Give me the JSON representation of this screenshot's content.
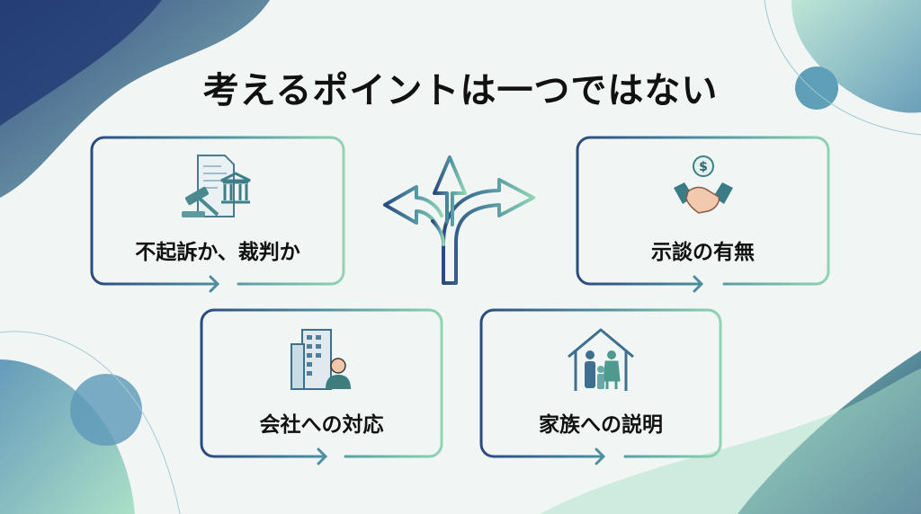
{
  "title": "考えるポイントは一つではない",
  "cards": [
    {
      "label": "不起訴か、裁判か",
      "icon": "gavel-courthouse-icon"
    },
    {
      "label": "示談の有無",
      "icon": "handshake-icon"
    },
    {
      "label": "会社への対応",
      "icon": "office-worker-icon"
    },
    {
      "label": "家族への説明",
      "icon": "family-house-icon"
    }
  ],
  "colors": {
    "dark": "#2b4a7e",
    "mid": "#4f8fa0",
    "light": "#8fd4b2"
  }
}
